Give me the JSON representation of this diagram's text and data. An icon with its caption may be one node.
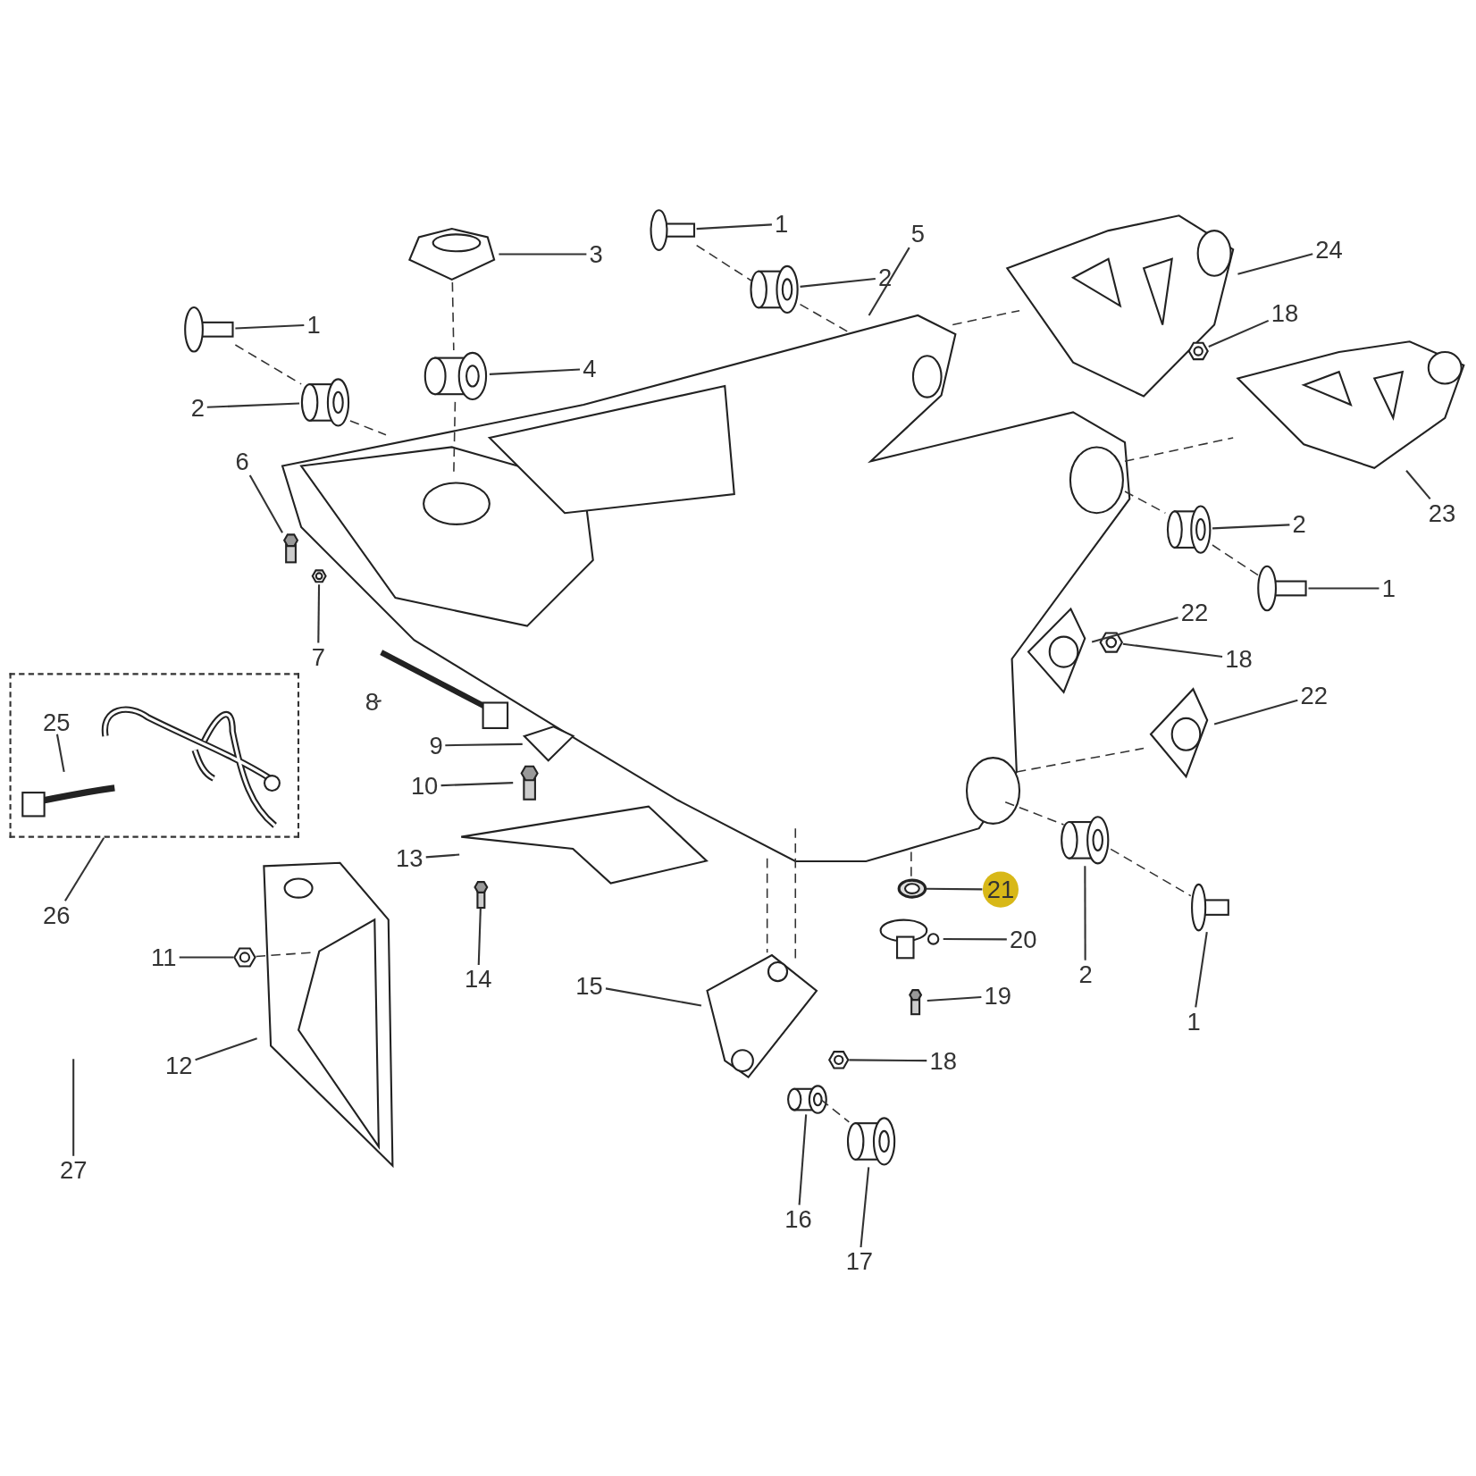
{
  "diagram": {
    "nodes": [
      {
        "text": [],
        "shape": "box"
      },
      {
        "text": [
          "25"
        ],
        "in": 0
      },
      {
        "text": [],
        "shape": "picture",
        "in": 0
      },
      {
        "text": [
          "1"
        ]
      },
      {
        "text": [],
        "shape": "picture"
      },
      {
        "text": [
          "24"
        ]
      },
      {
        "text": [],
        "shape": "picture"
      },
      {
        "text": [
          "3"
        ]
      },
      {
        "text": [],
        "shape": "picture"
      },
      {
        "text": [
          "2"
        ]
      },
      {
        "text": [],
        "shape": "picture"
      },
      {
        "text": [
          "5"
        ]
      },
      {
        "text": [],
        "shape": "picture"
      },
      {
        "text": [
          "18"
        ]
      },
      {
        "text": [],
        "shape": "picture"
      },
      {
        "text": [
          "1"
        ]
      },
      {
        "text": [],
        "shape": "picture"
      },
      {
        "text": [
          "4"
        ]
      },
      {
        "text": [],
        "shape": "picture"
      },
      {
        "text": [
          "2"
        ]
      },
      {
        "text": [],
        "shape": "picture"
      },
      {
        "text": [
          "6"
        ]
      },
      {
        "text": [],
        "shape": "picture"
      },
      {
        "text": [
          "23"
        ]
      },
      {
        "text": [],
        "shape": "picture"
      },
      {
        "text": [
          "2"
        ]
      },
      {
        "text": [],
        "shape": "picture"
      },
      {
        "text": [
          "1"
        ]
      },
      {
        "text": [],
        "shape": "picture"
      },
      {
        "text": [
          "22"
        ]
      },
      {
        "text": [],
        "shape": "picture"
      },
      {
        "text": [
          "18"
        ]
      },
      {
        "text": [],
        "shape": "picture"
      },
      {
        "text": [
          "7"
        ]
      },
      {
        "text": [],
        "shape": "picture"
      },
      {
        "text": [
          "22"
        ]
      },
      {
        "text": [],
        "shape": "picture"
      },
      {
        "text": [
          "8"
        ]
      },
      {
        "text": [],
        "shape": "picture"
      },
      {
        "text": [
          "9"
        ]
      },
      {
        "text": [],
        "shape": "picture"
      },
      {
        "text": [
          "10"
        ]
      },
      {
        "text": [],
        "shape": "picture"
      },
      {
        "text": [
          "13"
        ]
      },
      {
        "text": [],
        "shape": "picture"
      },
      {
        "text": [
          "21"
        ]
      },
      {
        "text": [],
        "shape": "picture"
      },
      {
        "text": [
          "20"
        ]
      },
      {
        "text": [],
        "shape": "picture"
      },
      {
        "text": [
          "11"
        ]
      },
      {
        "text": [],
        "shape": "picture"
      },
      {
        "text": [
          "14"
        ]
      },
      {
        "text": [],
        "shape": "picture"
      },
      {
        "text": [
          "2"
        ]
      },
      {
        "text": [],
        "shape": "picture"
      },
      {
        "text": [
          "15"
        ]
      },
      {
        "text": [],
        "shape": "picture"
      },
      {
        "text": [
          "19"
        ]
      },
      {
        "text": [],
        "shape": "picture"
      },
      {
        "text": [
          "1"
        ]
      },
      {
        "text": [],
        "shape": "picture"
      },
      {
        "text": [
          "18"
        ]
      },
      {
        "text": [],
        "shape": "picture"
      },
      {
        "text": [
          "12"
        ]
      },
      {
        "text": [],
        "shape": "picture"
      },
      {
        "text": [
          "27"
        ]
      },
      {
        "text": [
          "16"
        ]
      },
      {
        "text": [],
        "shape": "picture"
      },
      {
        "text": [
          "17"
        ]
      },
      {
        "text": [],
        "shape": "picture"
      },
      {
        "text": [
          "26"
        ]
      }
    ],
    "edges": [
      {
        "from": 1,
        "to": 2,
        "arrow": "none"
      },
      {
        "from": 3,
        "to": 4,
        "arrow": "none"
      },
      {
        "from": 5,
        "to": 6,
        "arrow": "none"
      },
      {
        "from": 7,
        "to": 8,
        "arrow": "none"
      },
      {
        "from": 9,
        "to": 10,
        "arrow": "none"
      },
      {
        "from": 11,
        "to": 12,
        "arrow": "none"
      },
      {
        "from": 13,
        "to": 14,
        "arrow": "none"
      },
      {
        "from": 15,
        "to": 16,
        "arrow": "none"
      },
      {
        "from": 17,
        "to": 18,
        "arrow": "none"
      },
      {
        "from": 19,
        "to": 20,
        "arrow": "none"
      },
      {
        "from": 21,
        "to": 22,
        "arrow": "none"
      },
      {
        "from": 23,
        "to": 24,
        "arrow": "none"
      },
      {
        "from": 25,
        "to": 26,
        "arrow": "none"
      },
      {
        "from": 27,
        "to": 28,
        "arrow": "none"
      },
      {
        "from": 29,
        "to": 30,
        "arrow": "none"
      },
      {
        "from": 31,
        "to": 32,
        "arrow": "none"
      },
      {
        "from": 33,
        "to": 34,
        "arrow": "none"
      },
      {
        "from": 35,
        "to": 36,
        "arrow": "none"
      },
      {
        "from": 37,
        "to": 38,
        "arrow": "none"
      },
      {
        "from": 39,
        "to": 40,
        "arrow": "none"
      },
      {
        "from": 41,
        "to": 42,
        "arrow": "none"
      },
      {
        "from": 43,
        "to": 44,
        "arrow": "none"
      },
      {
        "from": 45,
        "to": 46,
        "arrow": "none"
      },
      {
        "from": 47,
        "to": 48,
        "arrow": "none"
      },
      {
        "from": 49,
        "to": 50,
        "arrow": "none"
      },
      {
        "from": 51,
        "to": 52,
        "arrow": "none"
      },
      {
        "from": 53,
        "to": 54,
        "arrow": "none"
      },
      {
        "from": 55,
        "to": 56,
        "arrow": "none"
      },
      {
        "from": 57,
        "to": 58,
        "arrow": "none"
      },
      {
        "from": 59,
        "to": 60,
        "arrow": "none"
      },
      {
        "from": 61,
        "to": 62,
        "arrow": "none"
      },
      {
        "from": 63,
        "to": 64,
        "arrow": "none"
      },
      {
        "from": 65,
        "to": null,
        "arrow": "none"
      },
      {
        "from": 66,
        "to": 67,
        "arrow": "none"
      },
      {
        "from": 68,
        "to": 69,
        "arrow": "none"
      },
      {
        "from": 70,
        "to": 0,
        "arrow": "none"
      },
      {
        "from": 4,
        "to": 10,
        "arrow": "none",
        "style": "dashed"
      },
      {
        "from": 10,
        "to": 12,
        "arrow": "none",
        "style": "dashed"
      },
      {
        "from": 16,
        "to": 20,
        "arrow": "none",
        "style": "dashed"
      },
      {
        "from": 20,
        "to": 12,
        "arrow": "none",
        "style": "dashed"
      },
      {
        "from": 8,
        "to": 18,
        "arrow": "none",
        "style": "dashed"
      },
      {
        "from": 18,
        "to": 12,
        "arrow": "none",
        "style": "dashed"
      },
      {
        "from": 12,
        "to": 6,
        "arrow": "none",
        "style": "dashed"
      },
      {
        "from": 12,
        "to": 24,
        "arrow": "none",
        "style": "dashed"
      },
      {
        "from": 12,
        "to": 26,
        "arrow": "none",
        "style": "dashed"
      },
      {
        "from": 26,
        "to": 28,
        "arrow": "none",
        "style": "dashed"
      },
      {
        "from": 12,
        "to": 36,
        "arrow": "none",
        "style": "dashed"
      },
      {
        "from": 12,
        "to": 54,
        "arrow": "none",
        "style": "dashed"
      },
      {
        "from": 54,
        "to": 60,
        "arrow": "none",
        "style": "dashed"
      },
      {
        "from": 12,
        "to": 46,
        "arrow": "none",
        "style": "dashed"
      },
      {
        "from": 12,
        "to": 56,
        "arrow": "none",
        "style": "dashed"
      },
      {
        "from": 12,
        "to": 56,
        "arrow": "none",
        "style": "dashed"
      },
      {
        "from": 67,
        "to": 69,
        "arrow": "none",
        "style": "dashed"
      },
      {
        "from": 50,
        "to": 64,
        "arrow": "none",
        "style": "dashed"
      }
    ]
  }
}
